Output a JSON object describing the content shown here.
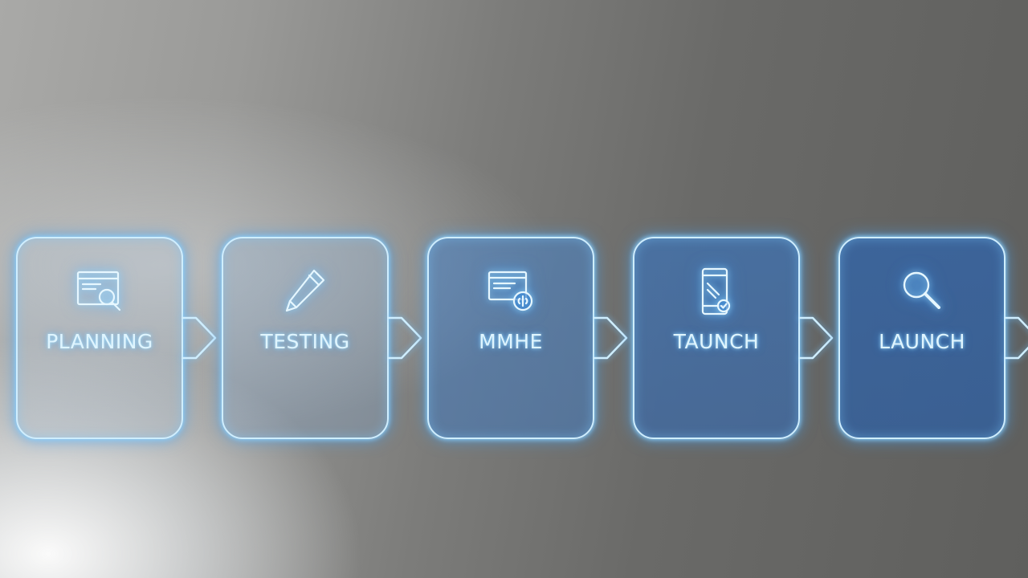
{
  "steps": [
    {
      "label": "PLANNING",
      "icon": "window-search-icon"
    },
    {
      "label": "TESTING",
      "icon": "pencil-icon"
    },
    {
      "label": "MMHE",
      "icon": "monitor-settings-icon"
    },
    {
      "label": "TAUNCH",
      "icon": "mobile-device-icon"
    },
    {
      "label": "LAUNCH",
      "icon": "magnifier-icon"
    }
  ],
  "colors": {
    "glow_outline": "#cfeeff",
    "glow_blue": "#3ca0ff",
    "label_text": "#dff5ff",
    "background_dark": "#5f5f5d",
    "background_light": "#a9a9a7"
  }
}
